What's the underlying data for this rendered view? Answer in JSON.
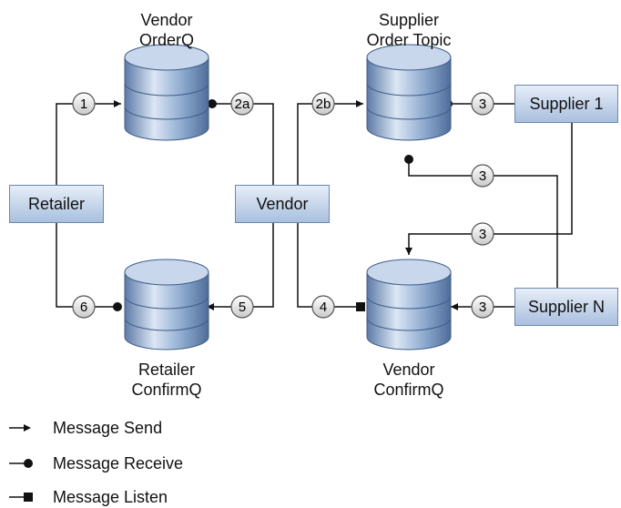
{
  "nodes": {
    "retailer": "Retailer",
    "vendor": "Vendor",
    "supplier_1": "Supplier 1",
    "supplier_n": "Supplier N"
  },
  "queues": {
    "vendor_orderq": "Vendor\nOrderQ",
    "supplier_order_topic": "Supplier\nOrder Topic",
    "retailer_confirmq": "Retailer\nConfirmQ",
    "vendor_confirmq": "Vendor\nConfirmQ"
  },
  "steps": {
    "s1": "1",
    "s2a": "2a",
    "s2b": "2b",
    "s3": "3",
    "s4": "4",
    "s5": "5",
    "s6": "6"
  },
  "legend": {
    "send": "Message Send",
    "receive": "Message Receive",
    "listen": "Message Listen"
  },
  "colors": {
    "box_top": "#e7eef8",
    "box_bottom": "#a9c0df",
    "cylinder": "#7f9dc6",
    "badge": "#e4e4e4"
  }
}
